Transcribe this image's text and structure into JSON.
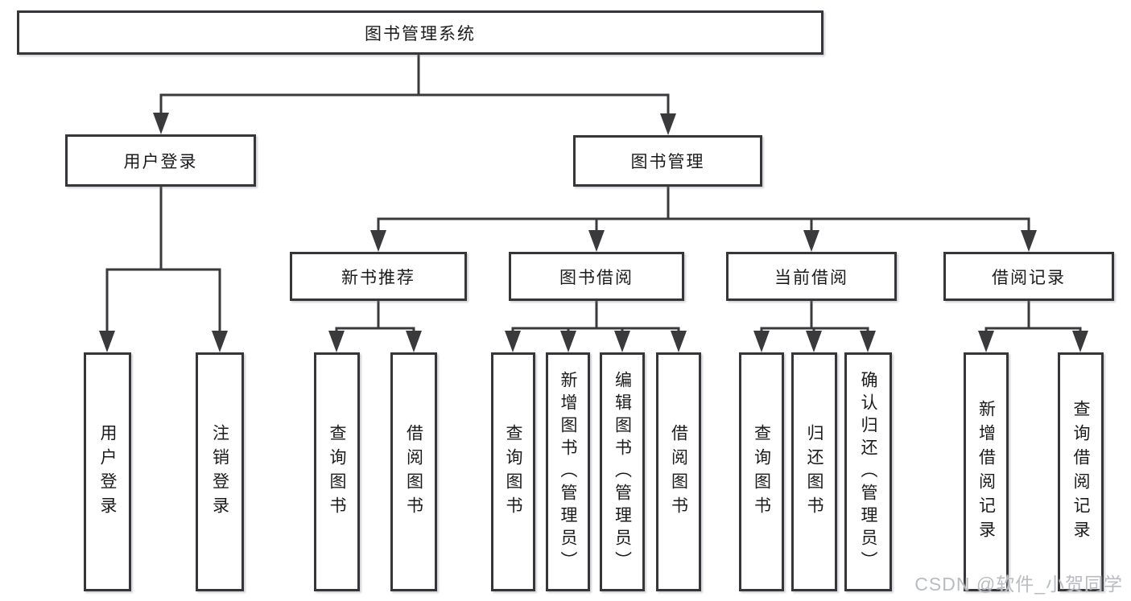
{
  "title": "图书管理系统",
  "watermark": "CSDN @软件_小贺同学",
  "colors": {
    "background": "#ffffff",
    "line": "#3a3a3c",
    "box_border": "#35353a",
    "text": "#1b1b1d",
    "watermark": "#b9bcc0"
  },
  "nodes": {
    "root": {
      "label": "图书管理系统"
    },
    "level2": [
      {
        "label": "用户登录"
      },
      {
        "label": "图书管理"
      }
    ],
    "level3": [
      {
        "label": "新书推荐"
      },
      {
        "label": "图书借阅"
      },
      {
        "label": "当前借阅"
      },
      {
        "label": "借阅记录"
      }
    ],
    "leaves": {
      "user_login": [
        {
          "label": "用户登录"
        },
        {
          "label": "注销登录"
        }
      ],
      "new_book": [
        {
          "label": "查询图书"
        },
        {
          "label": "借阅图书"
        }
      ],
      "book_borrow": [
        {
          "label": "查询图书"
        },
        {
          "label": "新增图书（管理员）"
        },
        {
          "label": "编辑图书（管理员）"
        },
        {
          "label": "借阅图书"
        }
      ],
      "current_borrow": [
        {
          "label": "查询图书"
        },
        {
          "label": "归还图书"
        },
        {
          "label": "确认归还（管理员）"
        }
      ],
      "borrow_record": [
        {
          "label": "新增借阅记录"
        },
        {
          "label": "查询借阅记录"
        }
      ]
    }
  }
}
